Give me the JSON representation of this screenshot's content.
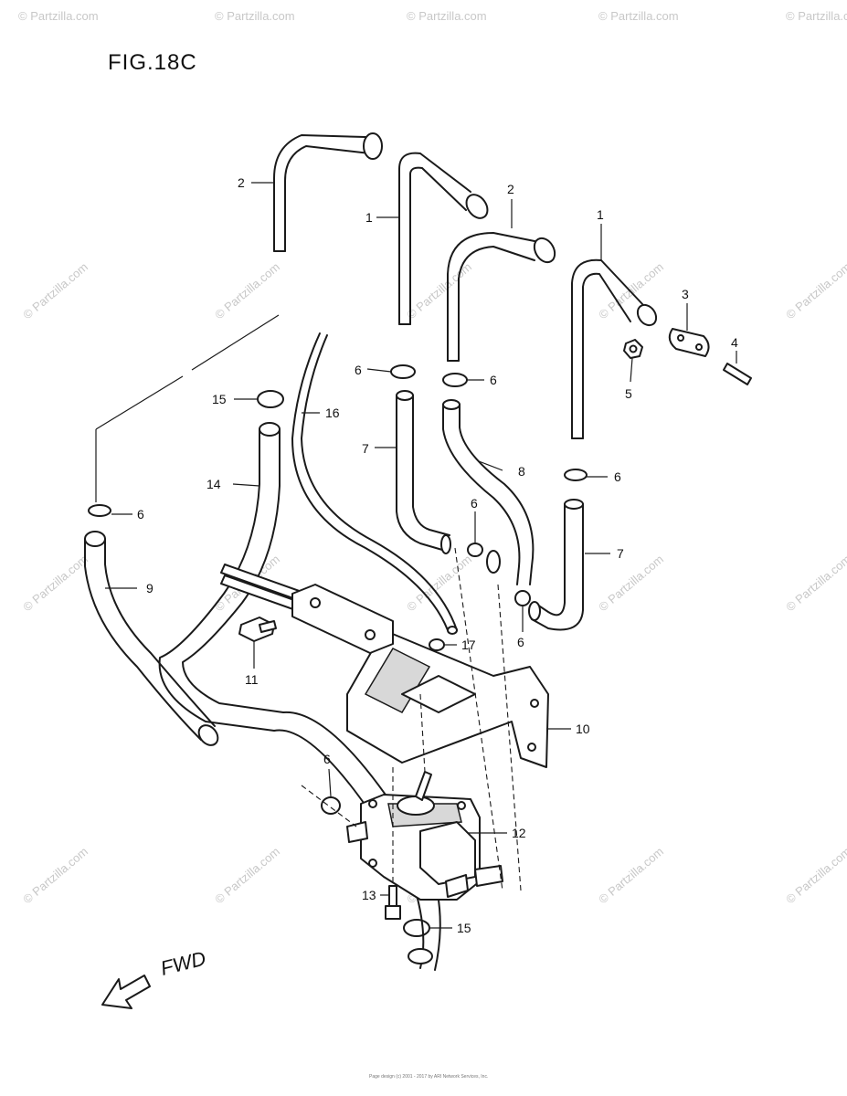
{
  "figure_title": "FIG.18C",
  "direction_label": "FWD",
  "watermark": "© Partzilla.com",
  "footer_text": "Page design (c) 2001 - 2017 by ARI Network Services, Inc.",
  "callouts": {
    "c2a": "2",
    "c1a": "1",
    "c2b": "2",
    "c1b": "1",
    "c3": "3",
    "c4": "4",
    "c5": "5",
    "c6a": "6",
    "c6b": "6",
    "c6c": "6",
    "c6d": "6",
    "c6e": "6",
    "c6f": "6",
    "c6g": "6",
    "c7a": "7",
    "c7b": "7",
    "c8": "8",
    "c9": "9",
    "c10": "10",
    "c11": "11",
    "c12": "12",
    "c13": "13",
    "c14": "14",
    "c15a": "15",
    "c15b": "15",
    "c16": "16",
    "c17": "17"
  }
}
